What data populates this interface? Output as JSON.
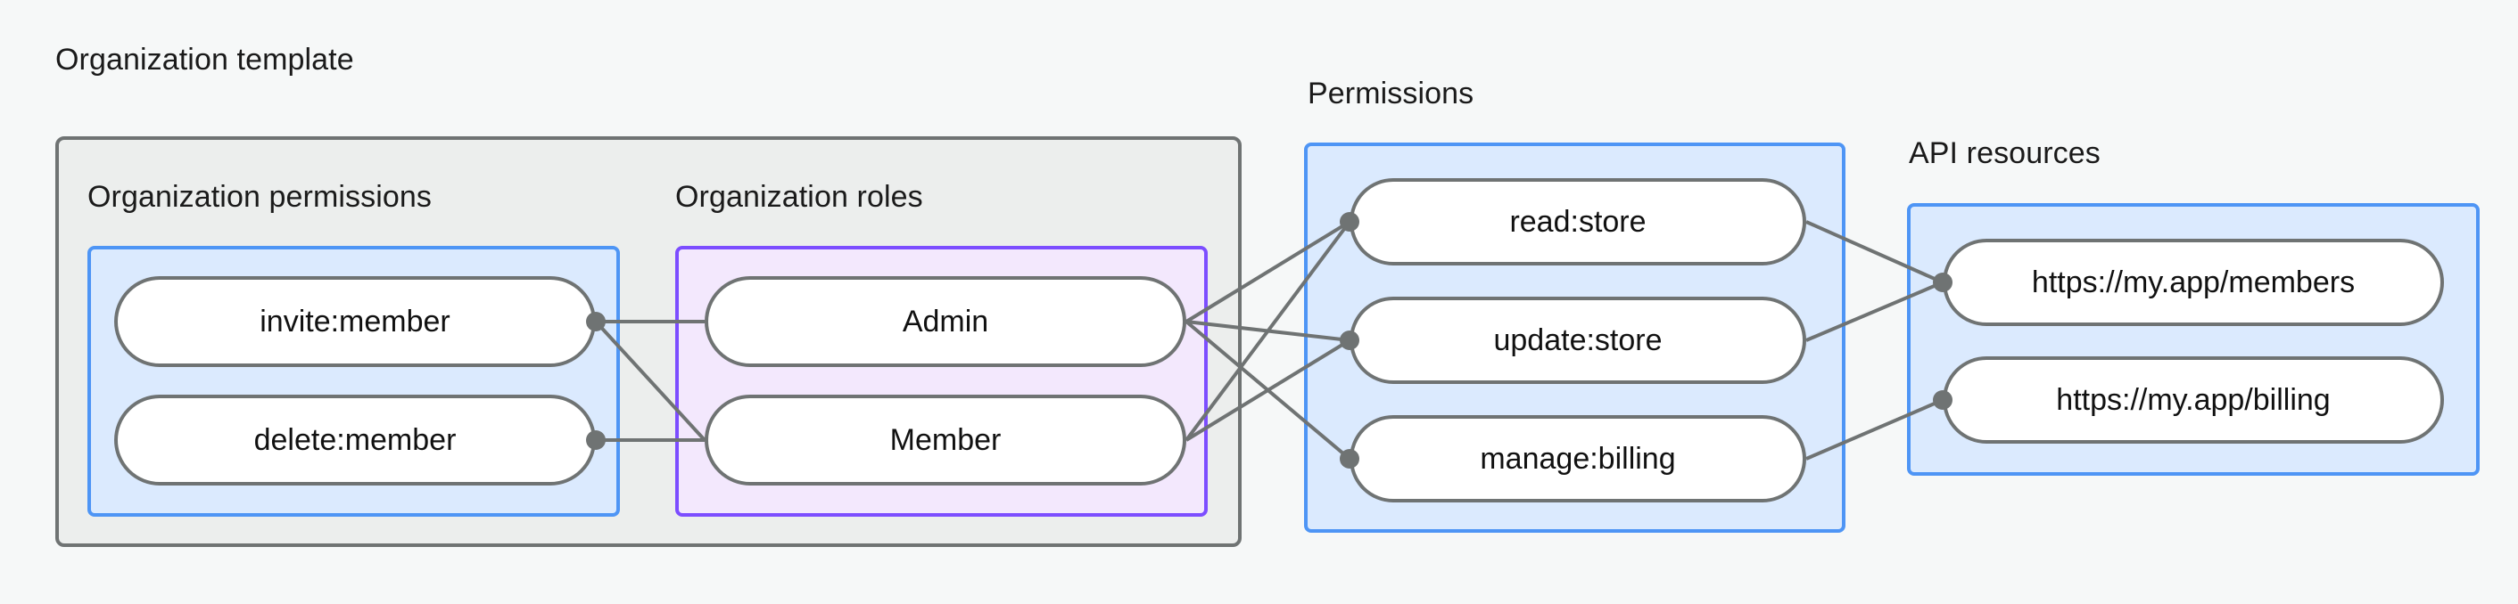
{
  "diagram": {
    "title_visible": false,
    "groups": {
      "org_template": {
        "label": "Organization template",
        "subgroups": {
          "org_permissions": {
            "label": "Organization permissions",
            "nodes": [
              "invite:member",
              "delete:member"
            ]
          },
          "org_roles": {
            "label": "Organization roles",
            "nodes": [
              "Admin",
              "Member"
            ]
          }
        }
      },
      "permissions": {
        "label": "Permissions",
        "nodes": [
          "read:store",
          "update:store",
          "manage:billing"
        ]
      },
      "api_resources": {
        "label": "API resources",
        "nodes": [
          "https://my.app/members",
          "https://my.app/billing"
        ]
      }
    },
    "edges": [
      {
        "from": "invite:member",
        "to": "Admin"
      },
      {
        "from": "invite:member",
        "to": "Member"
      },
      {
        "from": "delete:member",
        "to": "Member"
      },
      {
        "from": "Admin",
        "to": "read:store"
      },
      {
        "from": "Admin",
        "to": "update:store"
      },
      {
        "from": "Admin",
        "to": "manage:billing"
      },
      {
        "from": "Member",
        "to": "read:store"
      },
      {
        "from": "Member",
        "to": "update:store"
      },
      {
        "from": "read:store",
        "to": "https://my.app/members"
      },
      {
        "from": "update:store",
        "to": "https://my.app/members"
      },
      {
        "from": "manage:billing",
        "to": "https://my.app/billing"
      }
    ]
  },
  "colors": {
    "page_background": "#f6f8f8",
    "outer_box_fill": "#eceeed",
    "outer_box_border": "#6f7373",
    "blue_box_fill": "#dbeafe",
    "blue_box_border": "#4e95f5",
    "purple_box_fill": "#f3e8fd",
    "purple_box_border": "#7c4dff",
    "pill_fill": "#ffffff",
    "pill_border": "#6f7373",
    "edge_line": "#6f7373",
    "text": "#111111"
  }
}
